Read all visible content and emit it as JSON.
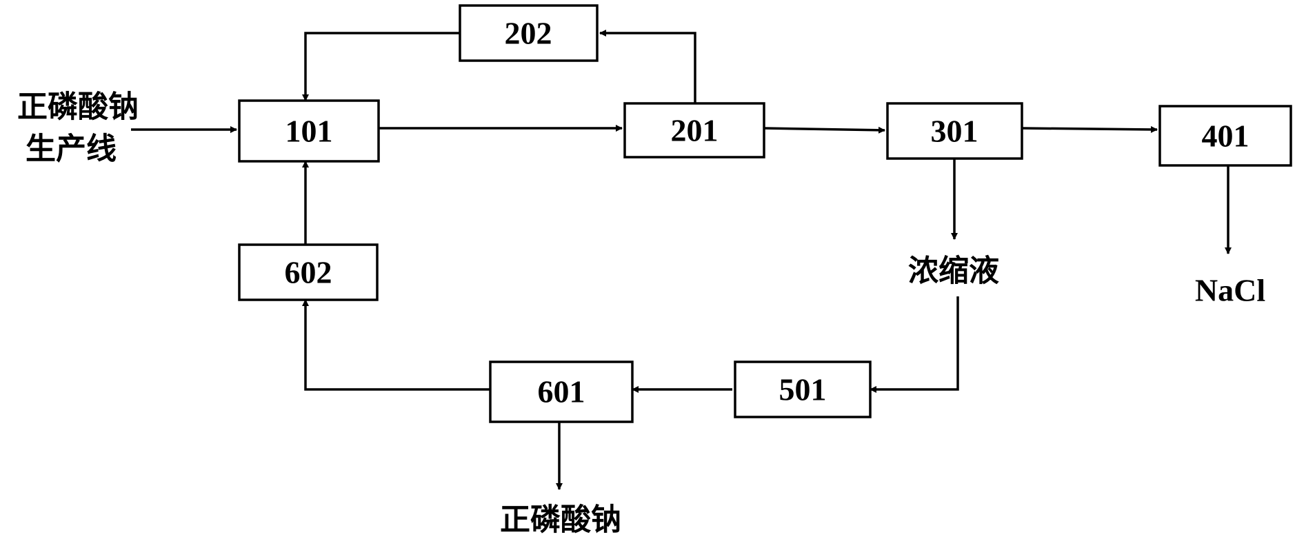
{
  "units": {
    "u101": "101",
    "u201": "201",
    "u202": "202",
    "u301": "301",
    "u401": "401",
    "u501": "501",
    "u601": "601",
    "u602": "602"
  },
  "labels": {
    "input_line1": "正磷酸钠",
    "input_line2": "生产线",
    "concentrate": "浓缩液",
    "product_nacl": "NaCl",
    "product_phosphate": "正磷酸钠"
  }
}
